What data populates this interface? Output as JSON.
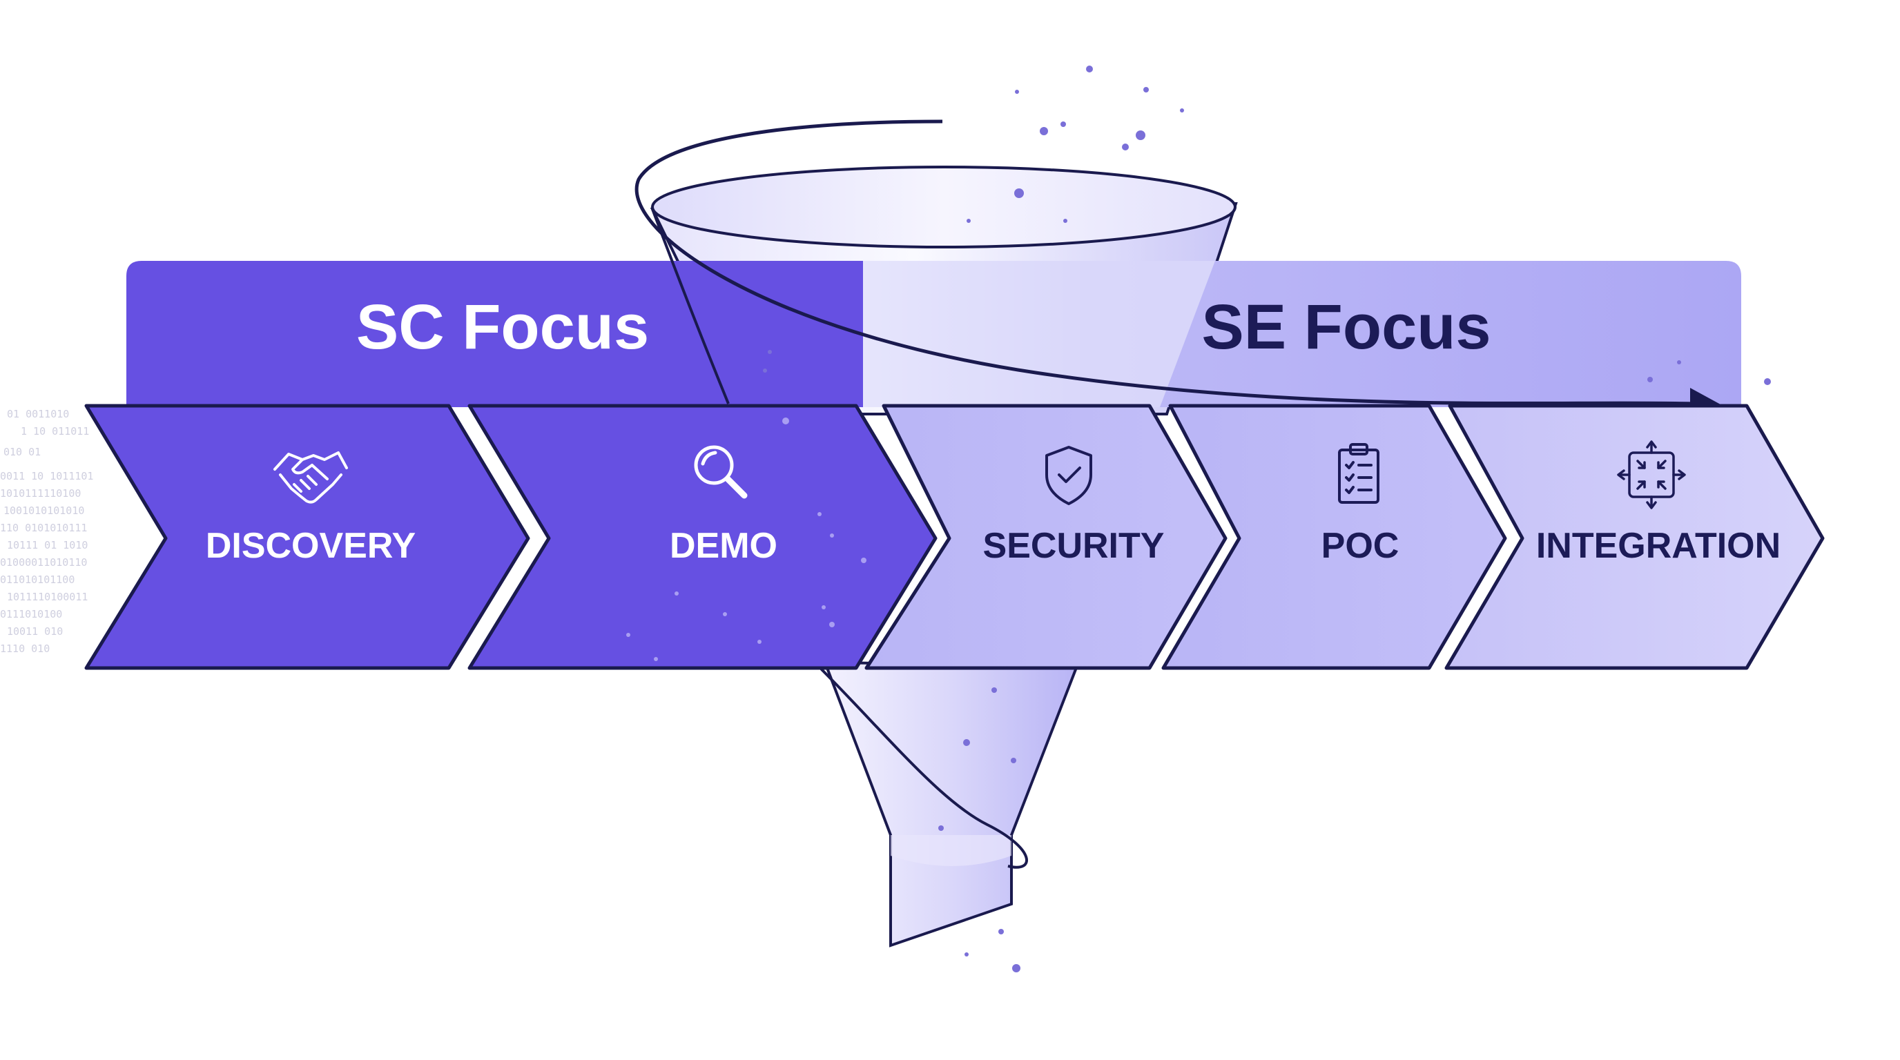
{
  "colors": {
    "primary": "#6650E2",
    "light": "#B6B2F6",
    "lighter": "#CCC9F9",
    "outline": "#1A1A4E",
    "dark_text": "#1C1B57",
    "white_text": "#FFFFFF"
  },
  "focus_areas": [
    {
      "label": "SC Focus"
    },
    {
      "label": "SE Focus"
    }
  ],
  "stages": [
    {
      "label": "DISCOVERY",
      "icon": "handshake-icon"
    },
    {
      "label": "DEMO",
      "icon": "magnifier-icon"
    },
    {
      "label": "SECURITY",
      "icon": "shield-check-icon"
    },
    {
      "label": "POC",
      "icon": "clipboard-checklist-icon"
    },
    {
      "label": "INTEGRATION",
      "icon": "integration-arrows-icon"
    }
  ]
}
